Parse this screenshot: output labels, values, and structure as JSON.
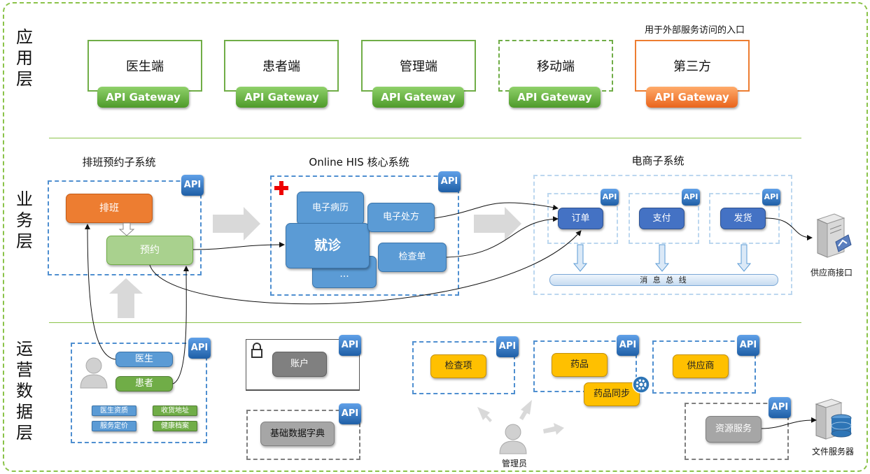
{
  "layers": {
    "app": "应用层",
    "biz": "业务层",
    "ops": "运营数据层"
  },
  "app_layer": {
    "note": "用于外部服务访问的入口",
    "clients": [
      {
        "name": "医生端",
        "gateway": "API Gateway"
      },
      {
        "name": "患者端",
        "gateway": "API Gateway"
      },
      {
        "name": "管理端",
        "gateway": "API Gateway"
      },
      {
        "name": "移动端",
        "gateway": "API Gateway"
      },
      {
        "name": "第三方",
        "gateway": "API Gateway"
      }
    ]
  },
  "biz_layer": {
    "schedule": {
      "title": "排班预约子系统",
      "paiban": "排班",
      "yuyue": "预约",
      "api": "API"
    },
    "his": {
      "title": "Online HIS 核心系统",
      "emr": "电子病历",
      "prescription": "电子处方",
      "visit": "就诊",
      "exam": "检查单",
      "more": "...",
      "api": "API"
    },
    "ecommerce": {
      "title": "电商子系统",
      "order": "订单",
      "pay": "支付",
      "ship": "发货",
      "bus": "消 息 总 线",
      "api": "API"
    },
    "supplier_interface": "供应商接口"
  },
  "ops_layer": {
    "user": {
      "doctor": "医生",
      "patient": "患者",
      "tags": [
        "医生资质",
        "收货地址",
        "服务定价",
        "健康档案"
      ],
      "api": "API"
    },
    "account": "账户",
    "dict": "基础数据字典",
    "exam_item": "检查项",
    "drug": "药品",
    "drug_sync": "药品同步",
    "supplier": "供应商",
    "resource": "资源服务",
    "file_server": "文件服务器",
    "admin": "管理员",
    "api": "API"
  },
  "colors": {
    "green": "#70ad47",
    "orange": "#ed7d31",
    "blue": "#5b9bd5",
    "yellow": "#ffc000"
  }
}
